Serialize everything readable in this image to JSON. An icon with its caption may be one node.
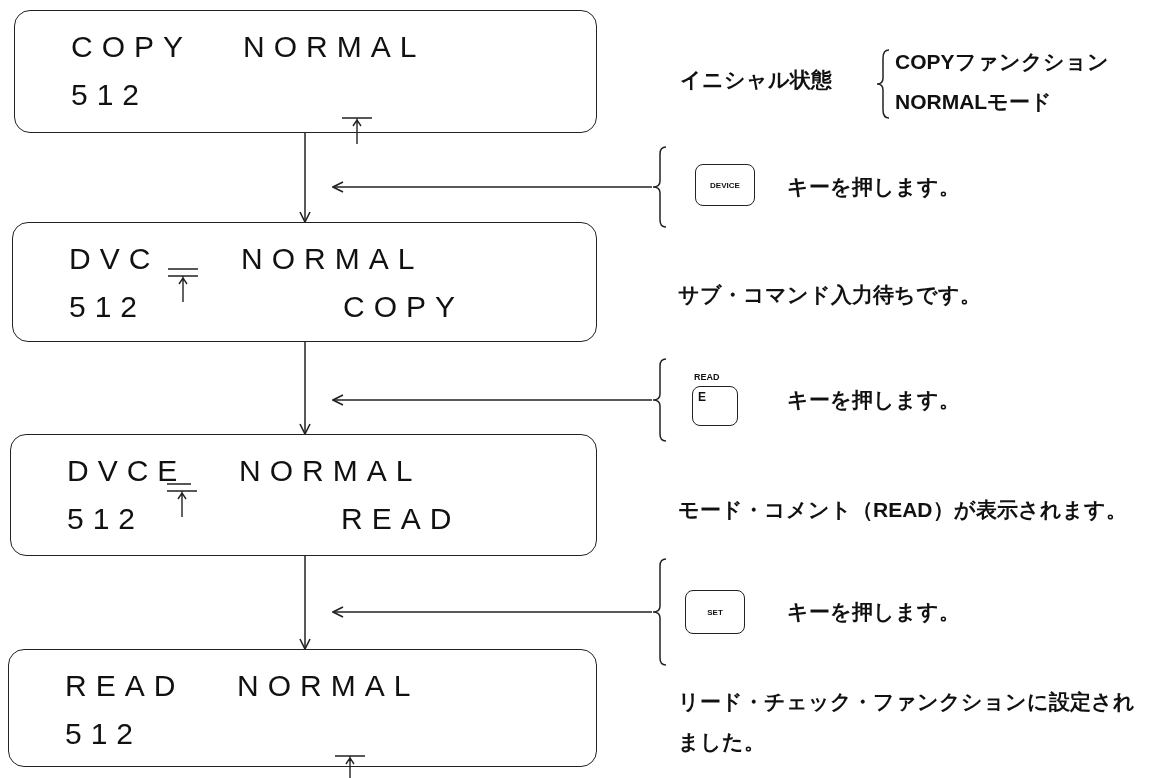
{
  "diagram": {
    "nodes": [
      {
        "text": [
          "COPY",
          "NORMAL",
          "512"
        ],
        "beside": [
          "イニシャル状態",
          "COPYファンクション",
          "NORMALモード"
        ]
      },
      {
        "text": [
          "キーを押します。"
        ]
      },
      {
        "text": [
          "DEVICE"
        ],
        "in": 1
      },
      {
        "text": [
          "DVC",
          "NORMAL",
          "512",
          "COPY"
        ],
        "beside": [
          "サブ・コマンド入力待ちです。"
        ]
      },
      {
        "text": [
          "キーを押します。"
        ]
      },
      {
        "text": [
          "READ",
          "E"
        ],
        "in": 4
      },
      {
        "text": [
          "DVCE",
          "NORMAL",
          "512",
          "READ"
        ],
        "beside": [
          "モード・コメント（READ）が表示されます。"
        ]
      },
      {
        "text": [
          "キーを押します。"
        ]
      },
      {
        "text": [
          "SET"
        ],
        "in": 7
      },
      {
        "text": [
          "READ",
          "NORMAL",
          "512"
        ]
      }
    ],
    "labels": [
      "リード・チェック・ファンクションに設定されました。"
    ],
    "edges": [
      {
        "from": 0,
        "to": 3,
        "arrow": "to"
      },
      {
        "from": 1,
        "to": null,
        "arrow": "to"
      },
      {
        "from": 3,
        "to": 6,
        "arrow": "to"
      },
      {
        "from": 4,
        "to": null,
        "arrow": "to"
      },
      {
        "from": 6,
        "to": 9,
        "arrow": "to"
      },
      {
        "from": 7,
        "to": null,
        "arrow": "to"
      }
    ]
  }
}
